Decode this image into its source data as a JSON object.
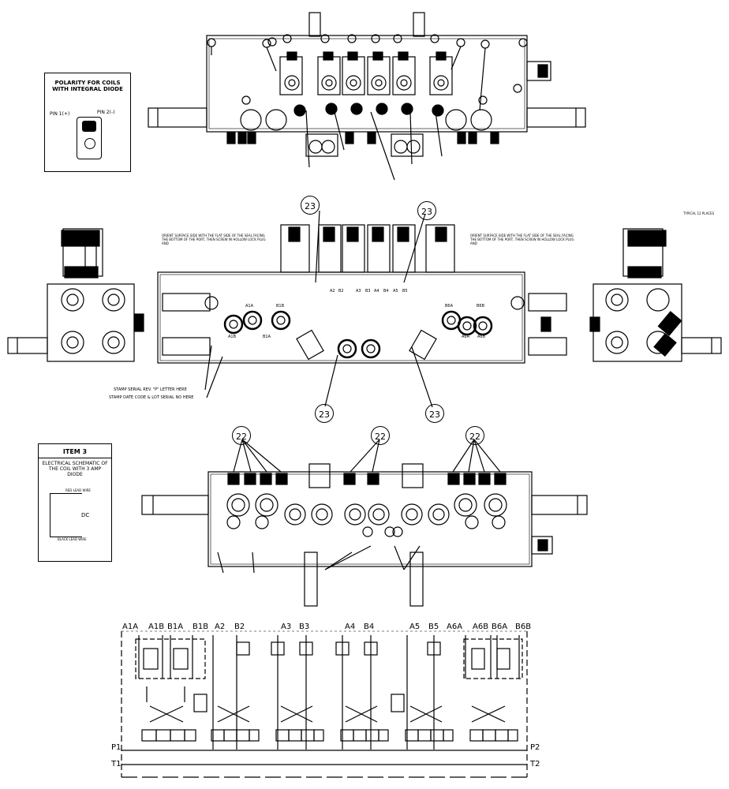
{
  "polarity_box": {
    "title": "POLARITY FOR COILS WITH INTEGRAL DIODE",
    "pin1": "PIN 1(+)",
    "pin2": "PIN 2(-)"
  },
  "item3_box": {
    "title": "ITEM 3",
    "subtitle": "ELECTRICAL SCHEMATIC OF THE COIL WITH 3 AMP DIODE",
    "red_lead": "RED LEAD WIRE",
    "black_lead": "BLACK LEAD WIRE",
    "dc": "DC"
  },
  "callouts": {
    "c23": "23",
    "c22": "22"
  },
  "mid_ports": [
    "A1A",
    "A1B",
    "B1A",
    "B1B",
    "A2",
    "B2",
    "A3",
    "B3",
    "A4",
    "B4",
    "A5",
    "B5",
    "B6A",
    "A6A",
    "A6B",
    "B6B"
  ],
  "schematic": {
    "ports": [
      "A1A",
      "A1B",
      "B1A",
      "B1B",
      "A2",
      "B2",
      "A3",
      "B3",
      "A4",
      "B4",
      "A5",
      "B5",
      "A6A",
      "A6B",
      "B6A",
      "B6B"
    ],
    "p1": "P1",
    "p2": "P2",
    "t1": "T1",
    "t2": "T2"
  },
  "notes": {
    "stamp1": "STAMP SERIAL REV. \"P\" LETTER HERE",
    "stamp2": "STAMP DATE CODE & LOT SERIAL NO HERE",
    "orient_left": "ORIENT SURFACE SIDE WITH THE FLAT SIDE OF THE SEAL FACING THE BOTTOM OF THE PORT, THEN SCREW IN HOLLOW LOCK PLUG AND",
    "orient_right": "ORIENT SURFACE SIDE WITH THE FLAT SIDE OF THE SEAL FACING THE BOTTOM OF THE PORT, THEN SCREW IN HOLLOW LOCK PLUG AND",
    "typical": "TYPICAL 12 PLACES"
  }
}
